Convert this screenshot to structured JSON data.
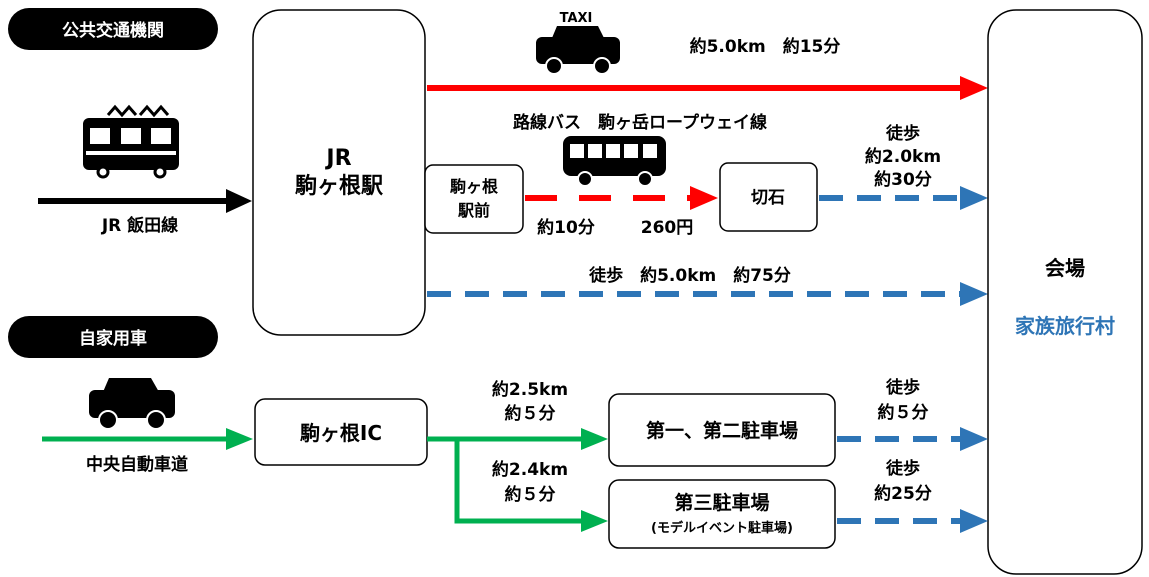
{
  "sections": {
    "public": "公共交通機関",
    "private": "自家用車"
  },
  "rail": {
    "line_label": "JR 飯田線"
  },
  "station": {
    "line1": "JR",
    "line2": "駒ヶ根駅"
  },
  "taxi": {
    "sign": "TAXI",
    "info": "約5.0km　約15分"
  },
  "bus": {
    "title": "路線バス　駒ヶ岳ロープウェイ線",
    "stop_line1": "駒ヶ根",
    "stop_line2": "駅前",
    "time": "約10分",
    "fare": "260円",
    "dest": "切石"
  },
  "walk_kiriishi": {
    "line1": "徒歩",
    "line2": "約2.0km",
    "line3": "約30分"
  },
  "walk_direct": {
    "text": "徒歩　約5.0km　約75分"
  },
  "venue": {
    "label": "会場",
    "name": "家族旅行村",
    "name_color": "#2E75B6"
  },
  "road": {
    "label": "中央自動車道"
  },
  "ic": {
    "label": "駒ヶ根IC"
  },
  "route_p12": {
    "dist": "約2.5km",
    "time": "約５分"
  },
  "route_p3": {
    "dist": "約2.4km",
    "time": "約５分"
  },
  "parking12": {
    "label": "第一、第二駐車場"
  },
  "parking3": {
    "label": "第三駐車場",
    "sub": "(モデルイベント駐車場)"
  },
  "walk_p12": {
    "line1": "徒歩",
    "line2": "約５分"
  },
  "walk_p3": {
    "line1": "徒歩",
    "line2": "約25分"
  },
  "colors": {
    "red": "#FF0000",
    "blue": "#2E75B6",
    "green": "#00B050",
    "black": "#000000"
  },
  "icons": [
    "train-icon",
    "taxi-icon",
    "bus-icon",
    "car-icon"
  ]
}
